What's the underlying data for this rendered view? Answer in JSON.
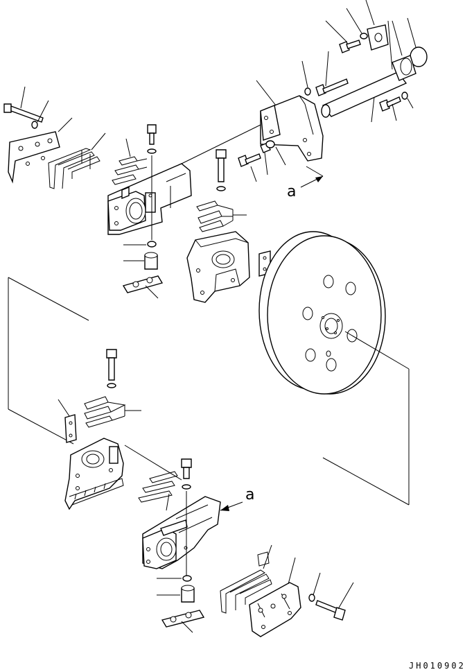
{
  "view_marker_upper": "a",
  "view_marker_lower": "a",
  "drawing_code": "JH010902"
}
